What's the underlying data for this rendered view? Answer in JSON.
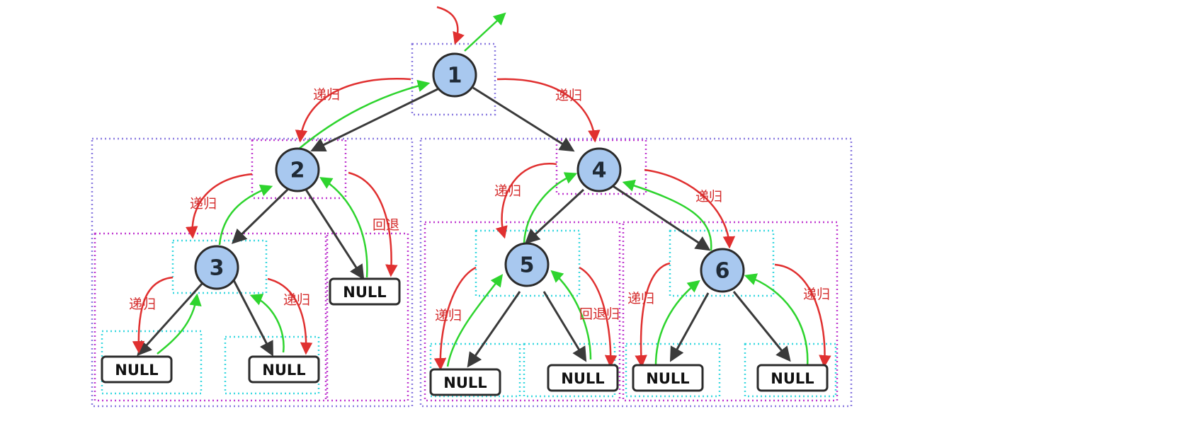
{
  "tree": {
    "nodes": [
      {
        "id": "n1",
        "label": "1"
      },
      {
        "id": "n2",
        "label": "2"
      },
      {
        "id": "n3",
        "label": "3"
      },
      {
        "id": "n4",
        "label": "4"
      },
      {
        "id": "n5",
        "label": "5"
      },
      {
        "id": "n6",
        "label": "6"
      }
    ],
    "null_leaves": [
      {
        "id": "null-3-left",
        "label": "NULL"
      },
      {
        "id": "null-3-right",
        "label": "NULL"
      },
      {
        "id": "null-2-right",
        "label": "NULL"
      },
      {
        "id": "null-5-left",
        "label": "NULL"
      },
      {
        "id": "null-5-right",
        "label": "NULL"
      },
      {
        "id": "null-6-left",
        "label": "NULL"
      },
      {
        "id": "null-6-right",
        "label": "NULL"
      }
    ]
  },
  "annotations": {
    "a1": "递归",
    "a2": "递归",
    "a3": "递归",
    "a4": "回退",
    "a5": "递归",
    "a6": "递归",
    "a7": "递归",
    "a8": "递归",
    "a9": "回退归",
    "a10": "递归",
    "a11": "递归"
  },
  "colors": {
    "node_fill": "#a8c8ef",
    "node_stroke": "#2b2b2b",
    "edge": "#3a3a3a",
    "recurse_arrow": "#e03030",
    "return_arrow": "#2ed42e",
    "box_outer": "#8a7ae0",
    "box_mid": "#c03ad0",
    "box_inner": "#3ad8e0"
  }
}
